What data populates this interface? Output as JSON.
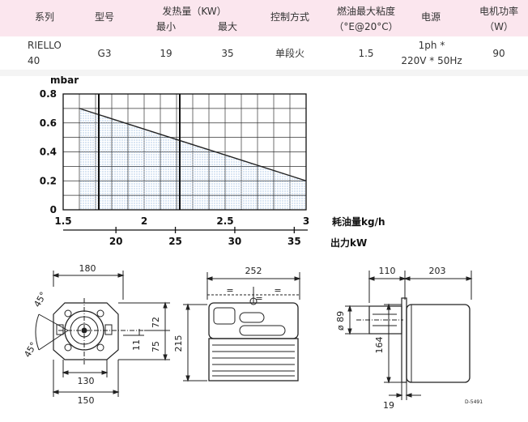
{
  "spec_table": {
    "headers": {
      "series": "系列",
      "model": "型号",
      "heat_output": "发热量（KW）",
      "heat_min": "最小",
      "heat_max": "最大",
      "control": "控制方式",
      "viscosity_l1": "燃油最大粘度",
      "viscosity_l2": "（°E@20°C）",
      "power_supply": "电源",
      "motor_l1": "电机功率",
      "motor_l2": "（W）"
    },
    "row": {
      "series_l1": "RIELLO",
      "series_l2": "40",
      "model": "G3",
      "heat_min": "19",
      "heat_max": "35",
      "control": "单段火",
      "viscosity": "1.5",
      "power_l1": "1ph *",
      "power_l2": "220V * 50Hz",
      "motor": "90"
    }
  },
  "chart_data": {
    "type": "area",
    "ylabel": "mbar",
    "xlabel": "耗油量kg/h",
    "x2label": "出力kW",
    "x": [
      1.6,
      3.0
    ],
    "y": [
      0.7,
      0.2
    ],
    "xlim": [
      1.5,
      3.0
    ],
    "ylim": [
      0,
      0.8
    ],
    "x_ticks": [
      "1.5",
      "2",
      "2.5",
      "3"
    ],
    "y_ticks": [
      "0",
      "0.2",
      "0.4",
      "0.6",
      "0.8"
    ],
    "x2_ticks": [
      "20",
      "25",
      "30",
      "35"
    ],
    "x2_values": [
      20,
      25,
      30,
      35
    ],
    "x2_range": [
      15.56,
      36.0
    ],
    "bold_x": [
      1.72,
      2.22
    ],
    "grid": true
  },
  "drawings": {
    "front_view": {
      "width_top": "180",
      "width_130": "130",
      "width_150": "150",
      "angle_top": "45°",
      "angle_bottom": "45°",
      "height_72": "72",
      "height_75": "75",
      "height_11": "11"
    },
    "side_view": {
      "width": "252",
      "height": "215",
      "eq1": "=",
      "eq2": "=",
      "eq3": "="
    },
    "profile_view": {
      "width_110": "110",
      "width_203": "203",
      "diameter": "ø 89",
      "height": "164",
      "flange": "19",
      "drawing_id": "D-5491"
    }
  }
}
